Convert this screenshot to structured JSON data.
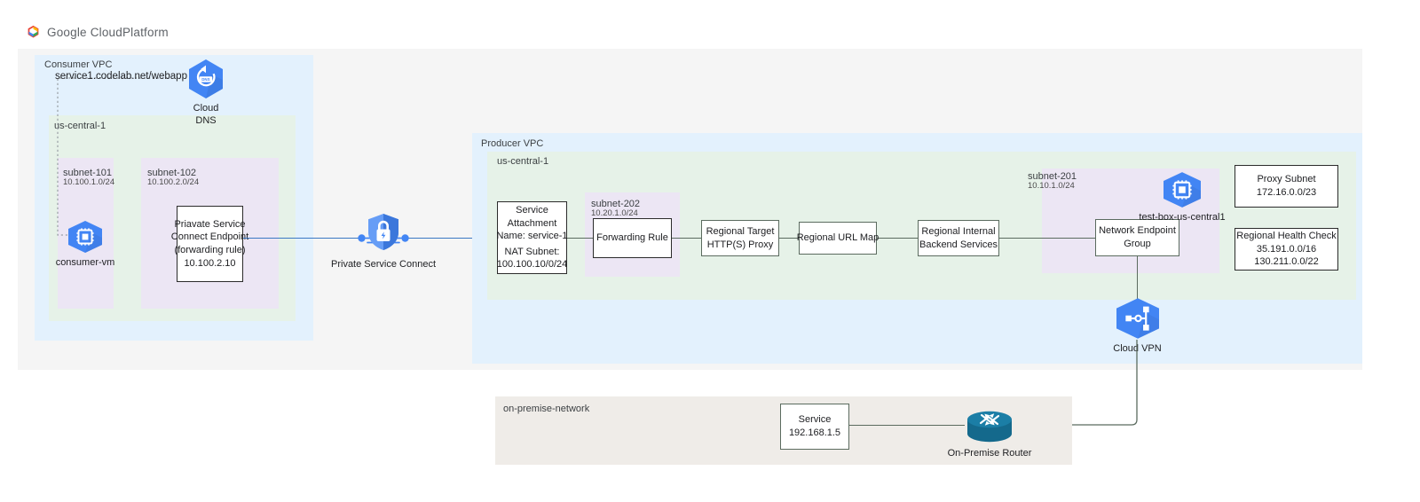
{
  "header": {
    "logo_icon": "google-cloud-platform-logo",
    "brand_google": "Google",
    "brand_cloud": "Cloud",
    "brand_platform": "Platform"
  },
  "consumer": {
    "vpc_label": "Consumer VPC",
    "region_label": "us-central-1",
    "dns_record": "service1.codelab.net/webapp",
    "dns_icon": "cloud-dns-icon",
    "dns_caption_line1": "Cloud",
    "dns_caption_line2": "DNS",
    "subnets": [
      {
        "name": "subnet-101",
        "cidr": "10.100.1.0/24"
      },
      {
        "name": "subnet-102",
        "cidr": "10.100.2.0/24"
      }
    ],
    "vm_icon": "compute-engine-vm-icon",
    "vm_caption": "consumer-vm",
    "psc_endpoint": {
      "line1": "Priavate Service",
      "line2": "Connect Endpoint",
      "line3": "(forwarding rule)",
      "line4": "10.100.2.10"
    }
  },
  "psc": {
    "icon": "private-service-connect-shield-icon",
    "caption": "Private Service Connect"
  },
  "producer": {
    "vpc_label": "Producer VPC",
    "region_label": "us-central-1",
    "service_attachment": {
      "line1": "Service",
      "line2": "Attachment",
      "line3": "Name: service-1",
      "line4": "NAT Subnet:",
      "line5": "100.100.10/0/24"
    },
    "subnet_202": {
      "name": "subnet-202",
      "cidr": "10.20.1.0/24"
    },
    "subnet_201": {
      "name": "subnet-201",
      "cidr": "10.10.1.0/24"
    },
    "forwarding_rule": "Forwarding Rule",
    "target_proxy": {
      "line1": "Regional Target",
      "line2": "HTTP(S) Proxy"
    },
    "url_map": "Regional URL Map",
    "backend_services": {
      "line1": "Regional Internal",
      "line2": "Backend Services"
    },
    "neg": {
      "line1": "Network Endpoint",
      "line2": "Group"
    },
    "test_box_icon": "compute-engine-vm-icon",
    "test_box_caption": "test-box-us-central1",
    "proxy_subnet": {
      "line1": "Proxy Subnet",
      "line2": "172.16.0.0/23"
    },
    "health_check": {
      "line1": "Regional Health Check",
      "line2": "35.191.0.0/16",
      "line3": "130.211.0.0/22"
    },
    "vpn_icon": "cloud-vpn-icon",
    "vpn_caption": "Cloud VPN"
  },
  "onpremise": {
    "label": "on-premise-network",
    "service": {
      "line1": "Service",
      "line2": "192.168.1.5"
    },
    "router_icon": "on-premise-router-icon",
    "router_caption": "On-Premise Router"
  },
  "colors": {
    "outer_bg": "#f5f5f5",
    "vpc_bg": "#e3f1fd",
    "region_bg": "#e6f2e8",
    "subnet_bg": "#ece6f4",
    "onprem_bg": "#efece8",
    "google_blue": "#4285f4",
    "wire": "#5b6b5f",
    "wire_blue": "#3b78c3",
    "router_teal": "#14698c"
  }
}
